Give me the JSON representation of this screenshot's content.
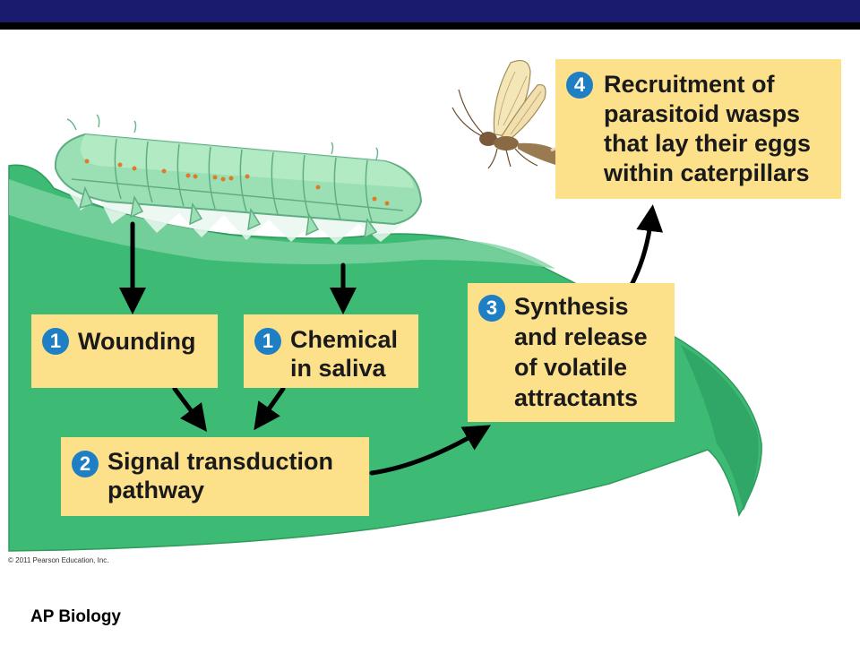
{
  "colors": {
    "header_bar": "#1a1a6e",
    "leaf_main": "#3dba74",
    "leaf_light": "#7fd4a2",
    "box_fill": "#fce08a",
    "badge": "#1f7fc4",
    "arrow": "#000000"
  },
  "steps": {
    "wounding": {
      "number": "1",
      "line1": "Wounding"
    },
    "chemical": {
      "number": "1",
      "line1": "Chemical",
      "line2": "in saliva"
    },
    "signal": {
      "number": "2",
      "line1": "Signal transduction",
      "line2": "pathway"
    },
    "synthesis": {
      "number": "3",
      "line1": "Synthesis",
      "line2": "and release",
      "line3": "of volatile",
      "line4": "attractants"
    },
    "recruitment": {
      "number": "4",
      "line1": "Recruitment of",
      "line2": "parasitoid wasps",
      "line3": "that lay their eggs",
      "line4": "within caterpillars"
    }
  },
  "copyright": "© 2011 Pearson Education, Inc.",
  "footer": "AP Biology"
}
